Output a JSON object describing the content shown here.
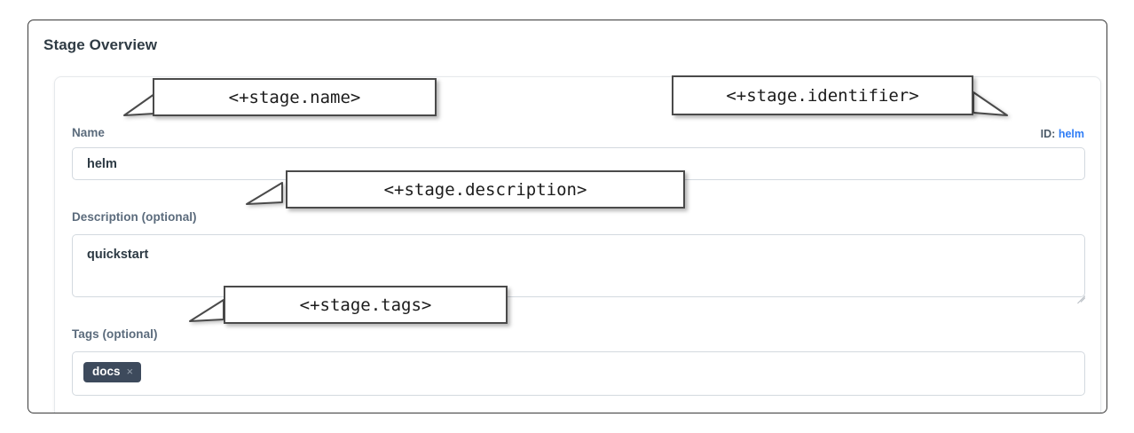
{
  "page": {
    "title": "Stage Overview"
  },
  "form": {
    "name": {
      "label": "Name",
      "value": "helm",
      "placeholder": ""
    },
    "description": {
      "label": "Description (optional)",
      "value": "quickstart",
      "placeholder": ""
    },
    "tags": {
      "label": "Tags (optional)",
      "placeholder": "",
      "chips": [
        {
          "text": "docs",
          "remove_icon": "×"
        }
      ]
    },
    "identifier": {
      "label": "ID:",
      "value": "helm"
    }
  },
  "annotations": [
    {
      "id": "name",
      "text": "<+stage.name>"
    },
    {
      "id": "identifier",
      "text": "<+stage.identifier>"
    },
    {
      "id": "description",
      "text": "<+stage.description>"
    },
    {
      "id": "tags",
      "text": "<+stage.tags>"
    }
  ],
  "colors": {
    "label": "#5b6b7c",
    "link": "#2f7df6",
    "chip_bg": "#3d4a5c",
    "frame_border": "#3a3a3a",
    "input_border": "#d3d9df",
    "callout_border": "#4a4a4a"
  }
}
